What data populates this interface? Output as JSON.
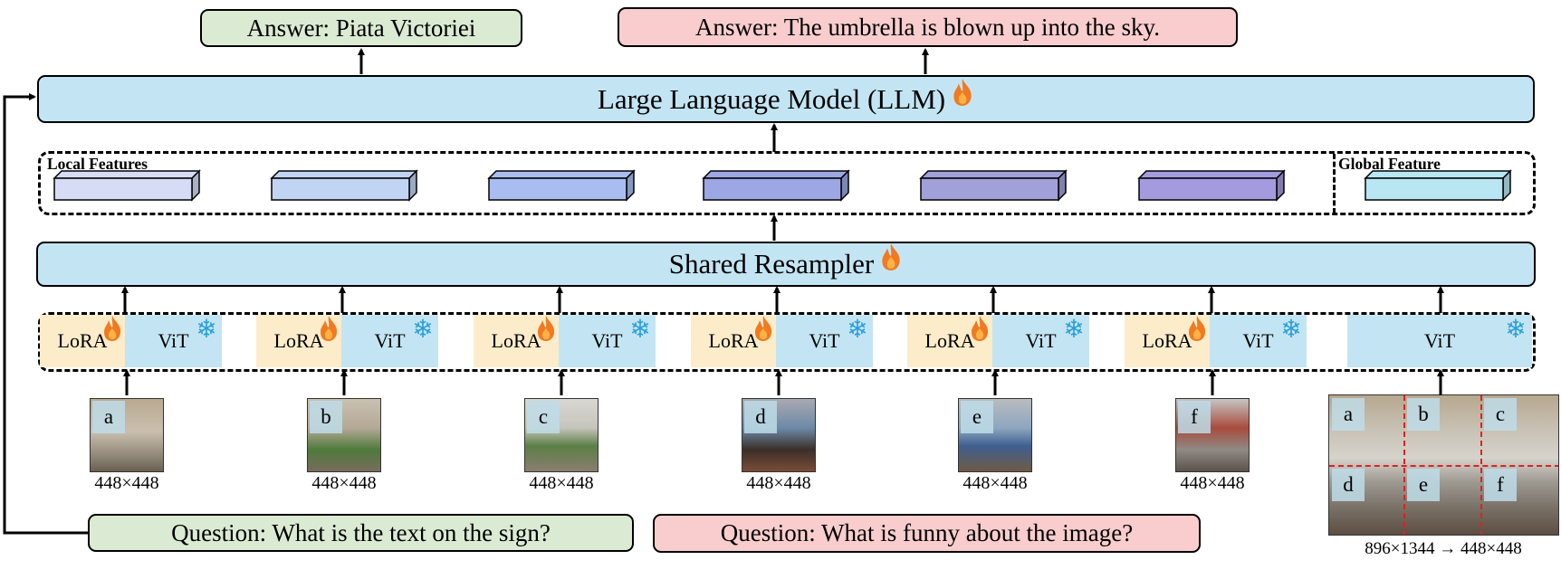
{
  "answers": {
    "left": "Answer:  Piata Victoriei",
    "right": "Answer:  The umbrella is blown up into the sky."
  },
  "llm": {
    "label": "Large Language Model (LLM)"
  },
  "features": {
    "local_label": "Local Features",
    "global_label": "Global Feature",
    "local_colors": [
      "#d6dcf5",
      "#c2d4f3",
      "#a9bdf0",
      "#9ca7e3",
      "#a2a0d8",
      "#a49bde"
    ],
    "global_color": "#b8e6f3"
  },
  "resampler": {
    "label": "Shared Resampler"
  },
  "encoders": {
    "lora_label": "LoRA",
    "vit_label": "ViT",
    "items": [
      "a",
      "b",
      "c",
      "d",
      "e",
      "f",
      "global"
    ]
  },
  "slices": [
    {
      "tag": "a",
      "size": "448×448"
    },
    {
      "tag": "b",
      "size": "448×448"
    },
    {
      "tag": "c",
      "size": "448×448"
    },
    {
      "tag": "d",
      "size": "448×448"
    },
    {
      "tag": "e",
      "size": "448×448"
    },
    {
      "tag": "f",
      "size": "448×448"
    }
  ],
  "full_image": {
    "tags": [
      "a",
      "b",
      "c",
      "d",
      "e",
      "f"
    ],
    "size": "896×1344 → 448×448"
  },
  "questions": {
    "left": "Question: What is the text on the sign?",
    "right": "Question: What is funny about the image?"
  },
  "icons": {
    "trainable": "fire-icon",
    "frozen": "snowflake-icon"
  }
}
